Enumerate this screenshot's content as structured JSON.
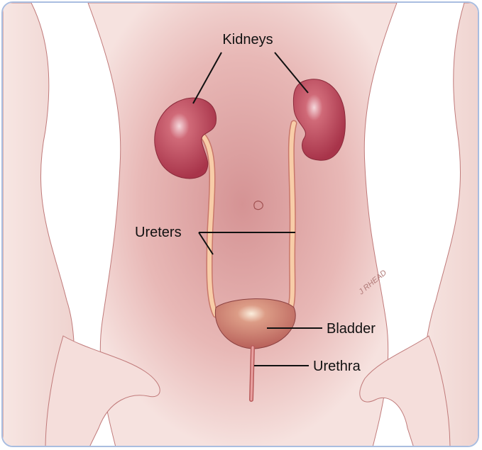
{
  "diagram": {
    "labels": {
      "kidneys": "Kidneys",
      "ureters": "Ureters",
      "bladder": "Bladder",
      "urethra": "Urethra"
    },
    "signature": "J RHEAD",
    "colors": {
      "frame": "#a9bde0",
      "skin": "#f3dcd8",
      "torso_shadow": "#d89a99",
      "kidney": "#c0485a",
      "ureter": "#f4c6a0",
      "bladder": "#d08070",
      "outline": "#b05a5c",
      "leader": "#111111"
    }
  }
}
